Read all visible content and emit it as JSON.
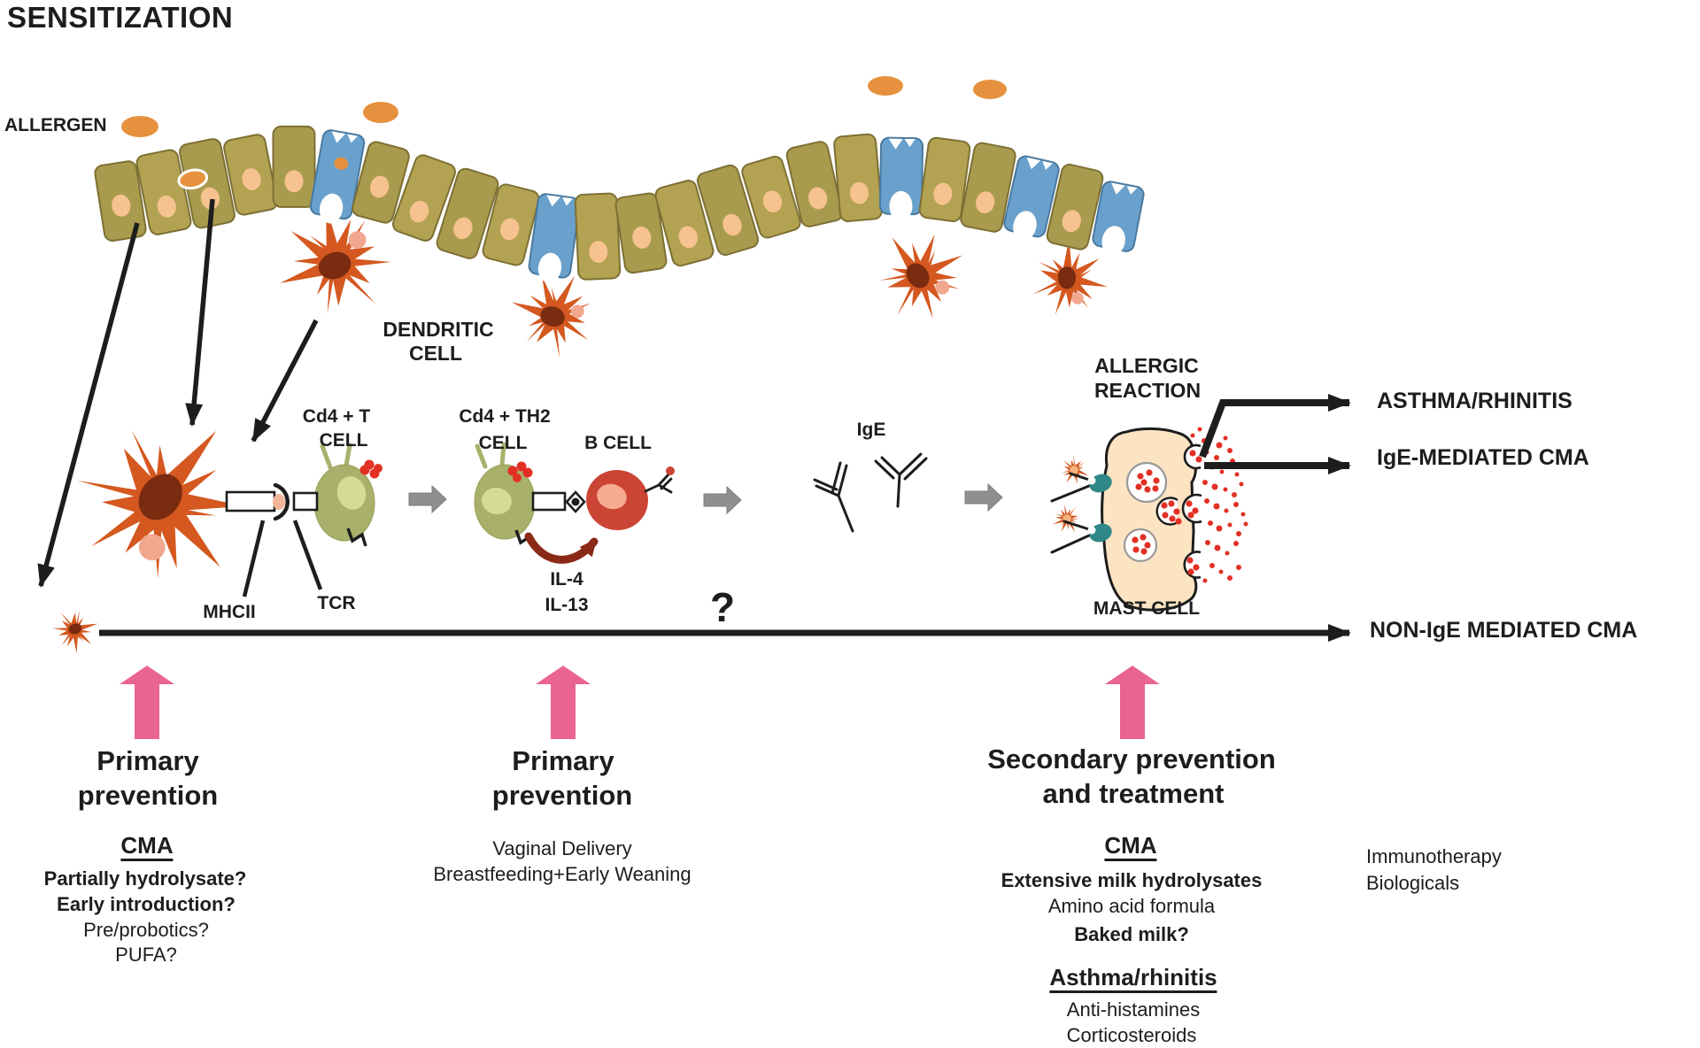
{
  "title": "SENSITIZATION",
  "cells": {
    "allergen": "ALLERGEN",
    "dendritic1": "DENDRITIC",
    "dendritic2": "CELL",
    "cd4t1": "Cd4 + T",
    "cd4t2": "CELL",
    "mhcii": "MHCII",
    "tcr": "TCR",
    "cd4th21": "Cd4 + TH2",
    "cd4th22": "CELL",
    "bcell": "B CELL",
    "il4": "IL-4",
    "il13": "IL-13",
    "ige": "IgE",
    "question": "?",
    "allergic1": "ALLERGIC",
    "allergic2": "REACTION",
    "mast": "MAST CELL"
  },
  "outcomes": {
    "asthma": "ASTHMA/RHINITIS",
    "ige_cma": "IgE-MEDIATED CMA",
    "non_ige_cma": "NON-IgE MEDIATED CMA"
  },
  "interventions": {
    "left": {
      "h1": "Primary",
      "h2": "prevention",
      "sub": "CMA",
      "items": [
        "Partially hydrolysate?",
        "Early introduction?",
        "Pre/probotics?",
        "PUFA?"
      ]
    },
    "middle": {
      "h1": "Primary",
      "h2": "prevention",
      "items": [
        "Vaginal Delivery",
        "Breastfeeding+Early Weaning"
      ]
    },
    "right": {
      "h1": "Secondary prevention",
      "h2": "and treatment",
      "sub_cma": "CMA",
      "cma_items": [
        "Extensive milk hydrolysates",
        "Amino acid formula",
        "Baked milk?"
      ],
      "sub_asthma": "Asthma/rhinitis",
      "asthma_items": [
        "Anti-histamines",
        "Corticosteroids"
      ]
    },
    "far_right": [
      "Immunotherapy",
      "Biologicals"
    ]
  },
  "palette": {
    "ink": "#1d1d1d",
    "pink": "#e9648e",
    "gray_arrow": "#8f8f8f",
    "dc_orange": "#d4581f",
    "dc_nucleus": "#7a2b10",
    "dc_pink": "#f2a78f",
    "epi_tan": "#b2a252",
    "epi_tan2": "#a99b4e",
    "epi_edge": "#7d7034",
    "epi_nucleus": "#f6c28f",
    "epi_blue": "#6aa1cc",
    "epi_blue_edge": "#49799f",
    "allergen_orange": "#e6913e",
    "tcell_green": "#a9b06b",
    "tcell_nucleus": "#d4db97",
    "bcell_red": "#cb4434",
    "bcell_nucleus": "#f6ab90",
    "mast_cream": "#fce4c3",
    "teal": "#2f8787",
    "granule_red": "#e33024",
    "maroon": "#8a2a16"
  }
}
